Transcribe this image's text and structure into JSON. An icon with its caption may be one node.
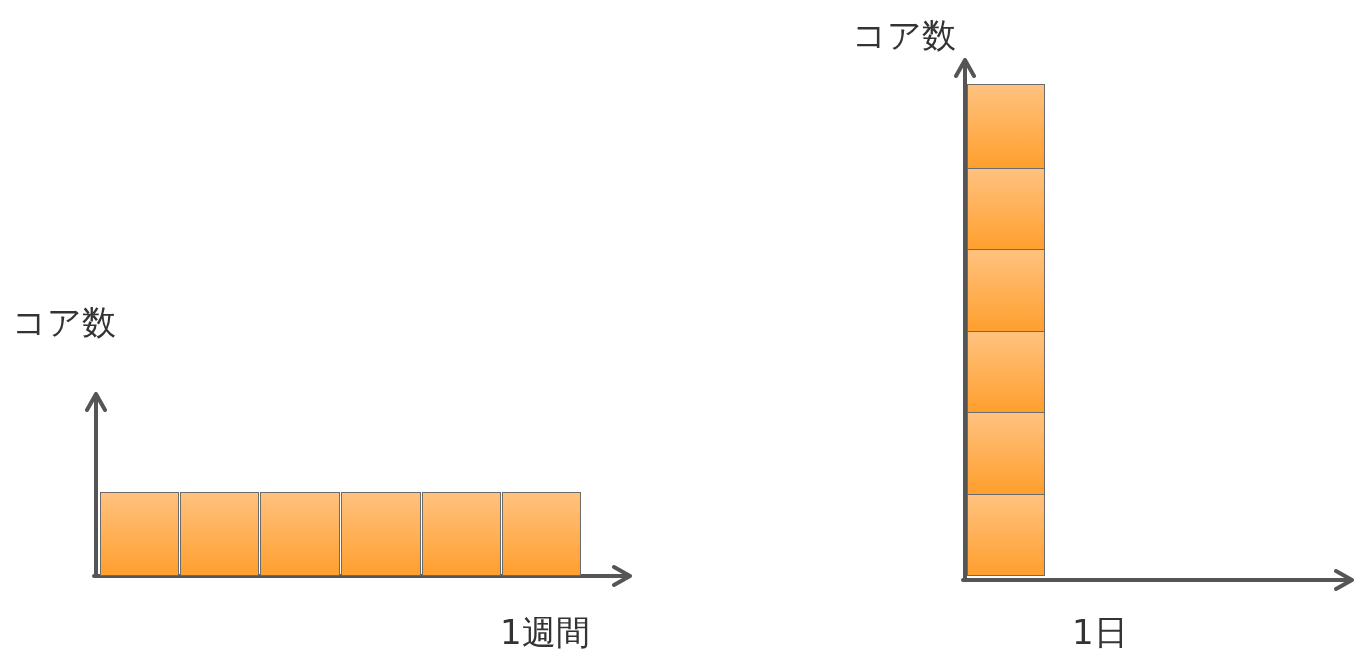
{
  "diagram": {
    "nodes": [
      {
        "text": [],
        "shape": "box"
      },
      {
        "text": [],
        "shape": "box"
      },
      {
        "text": [],
        "shape": "box"
      },
      {
        "text": [],
        "shape": "box"
      },
      {
        "text": [],
        "shape": "box"
      },
      {
        "text": [],
        "shape": "box"
      },
      {
        "text": [],
        "shape": "box"
      },
      {
        "text": [],
        "shape": "box"
      },
      {
        "text": [],
        "shape": "box"
      },
      {
        "text": [],
        "shape": "box"
      },
      {
        "text": [],
        "shape": "box"
      },
      {
        "text": [],
        "shape": "box"
      }
    ],
    "labels": [
      "コア数",
      "1週間",
      "コア数",
      "1日"
    ]
  }
}
